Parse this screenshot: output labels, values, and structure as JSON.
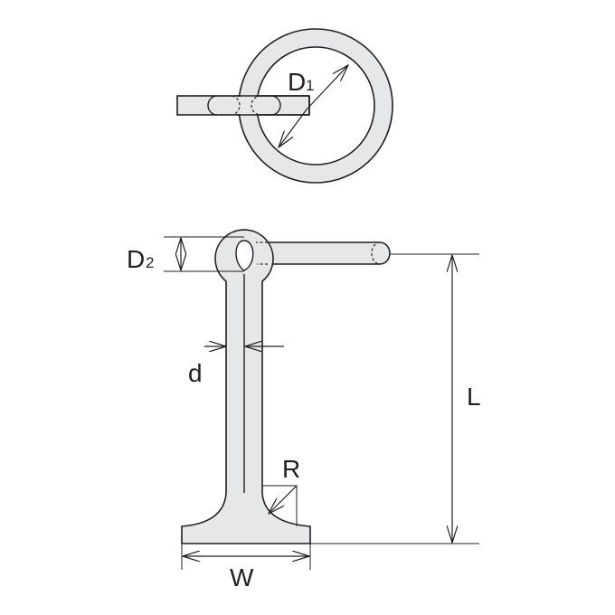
{
  "labels": {
    "d1_main": "D",
    "d1_sub": "1",
    "d2_main": "D",
    "d2_sub": "2",
    "d": "d",
    "l": "L",
    "r": "R",
    "w": "W"
  },
  "colors": {
    "outline": "#231f20",
    "fill": "#e6e7e8",
    "background": "#ffffff"
  }
}
